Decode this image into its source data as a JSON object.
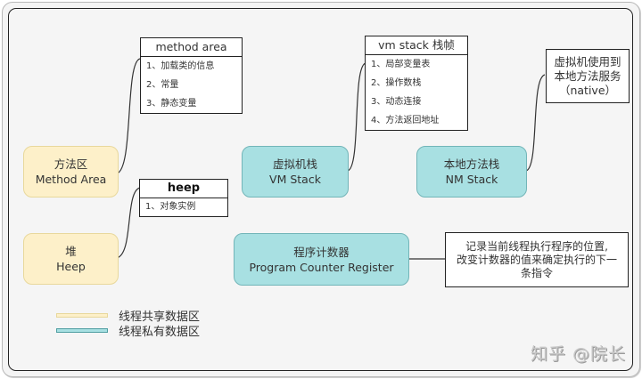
{
  "colors": {
    "shared_fill": "#fdf0c9",
    "private_fill": "#a8e0e2",
    "line": "#333333"
  },
  "nodes": {
    "method_area": {
      "cn": "方法区",
      "en": "Method Area"
    },
    "heap": {
      "cn": "堆",
      "en": "Heep"
    },
    "vm_stack": {
      "cn": "虚拟机栈",
      "en": "VM Stack"
    },
    "nm_stack": {
      "cn": "本地方法栈",
      "en": "NM Stack"
    },
    "pc_register": {
      "cn": "程序计数器",
      "en": "Program Counter Register"
    }
  },
  "tables": {
    "method_area": {
      "title": "method area",
      "rows": [
        "1、加载类的信息",
        "2、常量",
        "3、静态变量"
      ]
    },
    "heep": {
      "title": "heep",
      "rows": [
        "1、对象实例"
      ]
    },
    "vm_stack": {
      "title": "vm stack 栈帧",
      "rows": [
        "1、局部变量表",
        "2、操作数栈",
        "3、动态连接",
        "4、方法返回地址"
      ]
    }
  },
  "notes": {
    "native": [
      "虚拟机使用到",
      "本地方法服务",
      "（native）"
    ],
    "pc": [
      "记录当前线程执行程序的位置,",
      "改变计数器的值来确定执行的下一",
      "条指令"
    ]
  },
  "legend": [
    {
      "label": "线程共享数据区",
      "color": "#fdf0c9"
    },
    {
      "label": "线程私有数据区",
      "color": "#a8e0e2"
    }
  ],
  "watermark": "知乎 @院长"
}
